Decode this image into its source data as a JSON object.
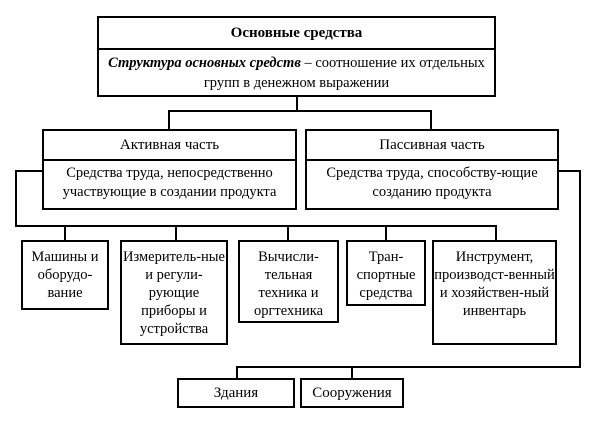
{
  "main": {
    "title": "Основные средства",
    "definition_term": "Структура основных средств",
    "definition_rest": " – соотношение их отдельных групп в денежном выражении"
  },
  "active": {
    "title": "Активная часть",
    "description": "Средства труда, непосредственно участвующие в создании продукта"
  },
  "passive": {
    "title": "Пассивная часть",
    "description": "Средства труда, способству-ющие созданию продукта"
  },
  "active_items": [
    "Машины и оборудо-вание",
    "Измеритель-ные и регули-рующие приборы и устройства",
    "Вычисли-тельная техника и оргтехника",
    "Тран-спортные средства",
    "Инструмент, производст-венный и хозяйствен-ный инвентарь"
  ],
  "passive_items": [
    "Здания",
    "Сооружения"
  ]
}
